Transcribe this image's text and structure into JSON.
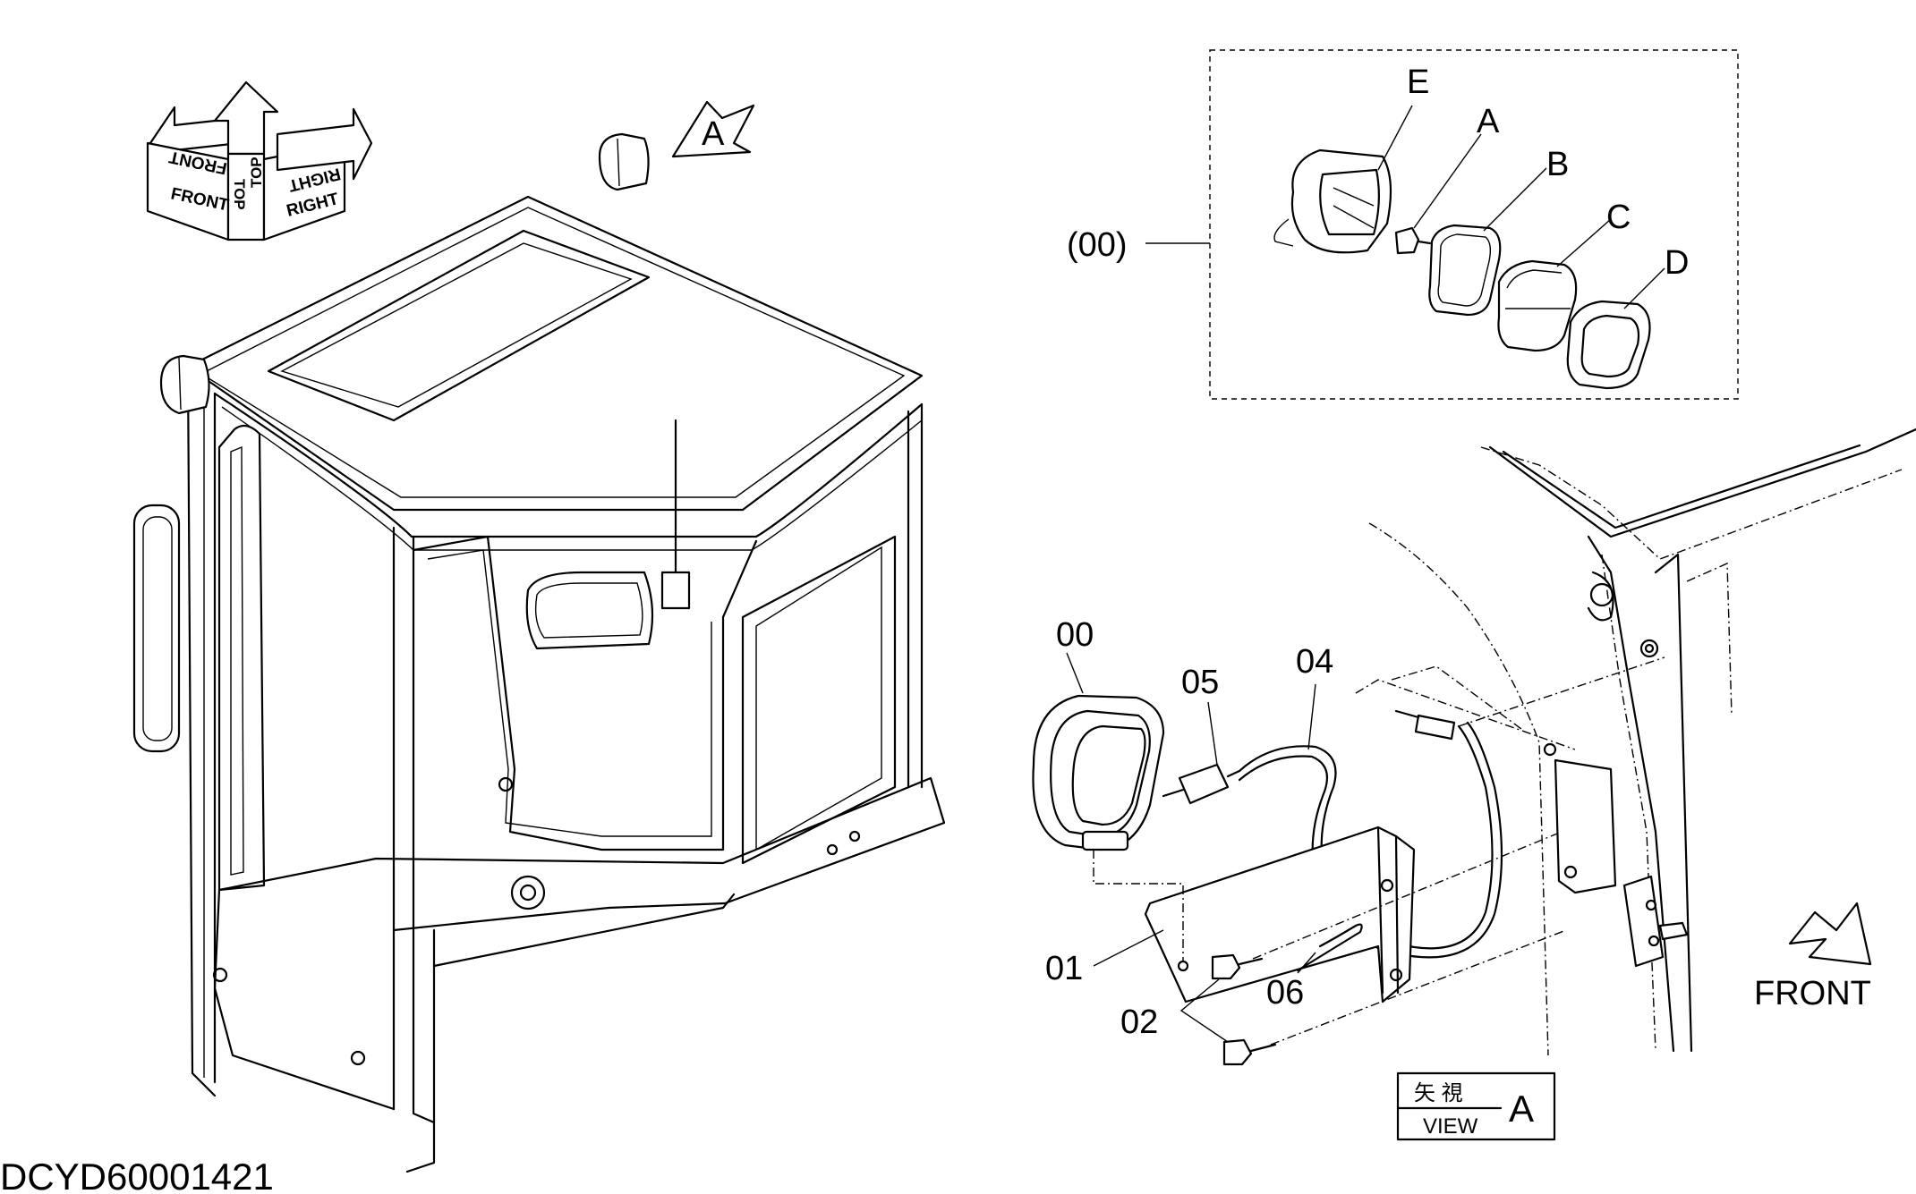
{
  "drawing_id": "DCYD60001421",
  "view_marker": {
    "letter": "A"
  },
  "orientation_compass": {
    "front": "FRONT",
    "top": "TOP",
    "right": "RIGHT"
  },
  "detail_box": {
    "assembly_ref": "(00)",
    "components": [
      "E",
      "A",
      "B",
      "C",
      "D"
    ]
  },
  "parts": {
    "p00": "00",
    "p01": "01",
    "p02": "02",
    "p04": "04",
    "p05": "05",
    "p06": "06"
  },
  "direction_arrow": {
    "label": "FRONT"
  },
  "view_box": {
    "kanji": "矢 視",
    "view": "VIEW",
    "letter": "A"
  }
}
